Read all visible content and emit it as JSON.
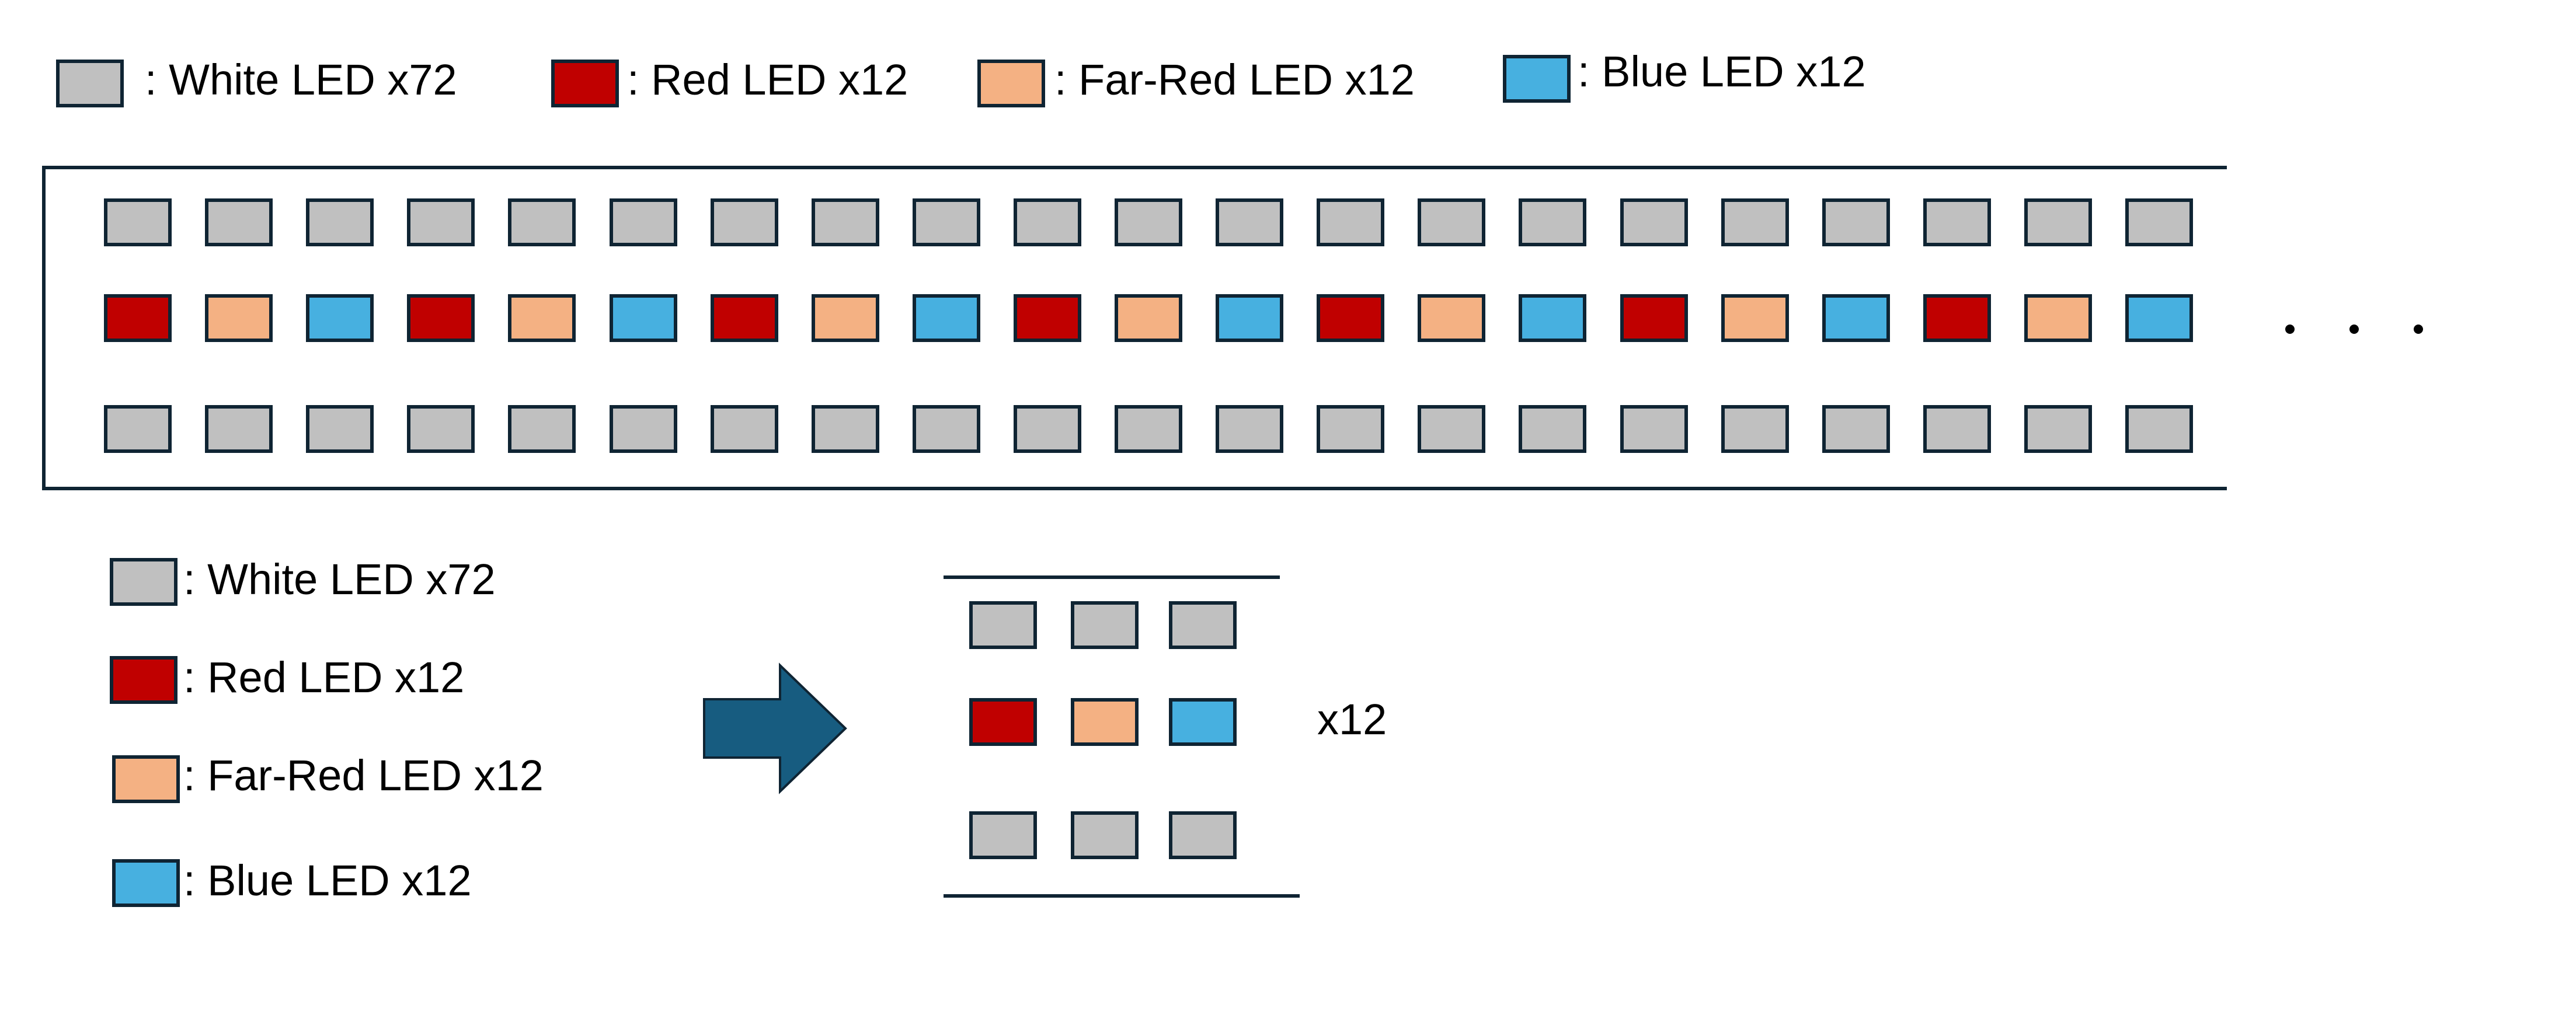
{
  "colors": {
    "white": "#c0c0c0",
    "red": "#c00000",
    "far_red": "#f4b183",
    "blue": "#47b0e0",
    "outline": "#0f2433",
    "arrow": "#175c80"
  },
  "legend_top": [
    {
      "type": "white",
      "label": ": White LED x72"
    },
    {
      "type": "red",
      "label": ": Red LED x12"
    },
    {
      "type": "far_red",
      "label": ": Far-Red LED x12"
    },
    {
      "type": "blue",
      "label": ": Blue LED x12"
    }
  ],
  "legend_left": [
    {
      "type": "white",
      "label": ": White LED x72"
    },
    {
      "type": "red",
      "label": ": Red LED x12"
    },
    {
      "type": "far_red",
      "label": ": Far-Red LED x12"
    },
    {
      "type": "blue",
      "label": ": Blue LED x12"
    }
  ],
  "strip": {
    "columns": 21,
    "rows": [
      {
        "pattern": [
          "white"
        ]
      },
      {
        "pattern": [
          "red",
          "far_red",
          "blue"
        ]
      },
      {
        "pattern": [
          "white"
        ]
      }
    ],
    "ellipsis": "· · ·"
  },
  "unit_cell": {
    "rows": [
      [
        "white",
        "white",
        "white"
      ],
      [
        "red",
        "far_red",
        "blue"
      ],
      [
        "white",
        "white",
        "white"
      ]
    ],
    "repeat_label": "x12"
  },
  "arrow_icon": "right-arrow-icon"
}
